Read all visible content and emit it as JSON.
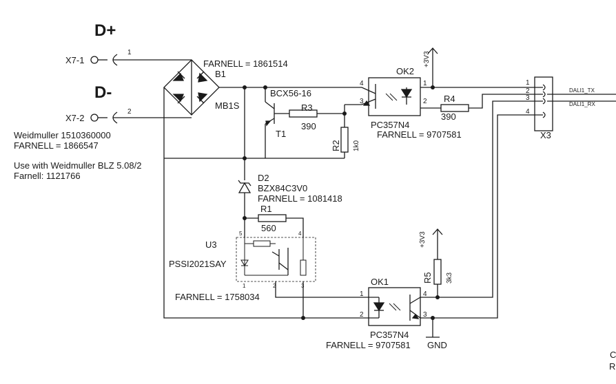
{
  "labels": {
    "d_plus": "D+",
    "d_minus": "D-",
    "x7_1": "X7-1",
    "x7_2": "X7-2",
    "pin1": "1",
    "pin2": "2",
    "b1_ref": "B1",
    "b1_part": "MB1S",
    "b1_farnell": "FARNELL = 1861514",
    "weidmuller": "Weidmuller 1510360000",
    "weidmuller_farnell": "FARNELL = 1866547",
    "use_with": "Use with Weidmuller BLZ 5.08/2",
    "use_with_farnell": "Farnell: 1121766",
    "t1_part": "BCX56-16",
    "t1_ref": "T1",
    "r3_ref": "R3",
    "r3_val": "390",
    "r2_ref": "R2",
    "r2_val": "1k0",
    "ok2_ref": "OK2",
    "ok2_part": "PC357N4",
    "ok2_farnell": "FARNELL = 9707581",
    "ok2_p4": "4",
    "ok2_p3": "3",
    "ok2_p1": "1",
    "ok2_p2": "2",
    "r4_ref": "R4",
    "r4_val": "390",
    "v33_top": "+3V3",
    "x3_ref": "X3",
    "x3_p1": "1",
    "x3_p2": "2",
    "x3_p3": "3",
    "x3_p4": "4",
    "dali_tx": "DALI1_TX",
    "dali_rx": "DALI1_RX",
    "d2_ref": "D2",
    "d2_part": "BZX84C3V0",
    "d2_farnell": "FARNELL = 1081418",
    "r1_ref": "R1",
    "r1_val": "560",
    "u3_ref": "U3",
    "u3_part": "PSSI2021SAY",
    "u3_farnell": "FARNELL = 1758034",
    "u3_p5": "5",
    "u3_p4": "4",
    "u3_p1": "1",
    "u3_p2": "2",
    "u3_p3": "3",
    "v33_mid": "+3V3",
    "r5_ref": "R5",
    "r5_val": "3k3",
    "ok1_ref": "OK1",
    "ok1_part": "PC357N4",
    "ok1_farnell": "FARNELL = 9707581",
    "ok1_p1": "1",
    "ok1_p2": "2",
    "ok1_p4": "4",
    "ok1_p3": "3",
    "gnd": "GND",
    "edge_c": "C",
    "edge_r": "R"
  }
}
